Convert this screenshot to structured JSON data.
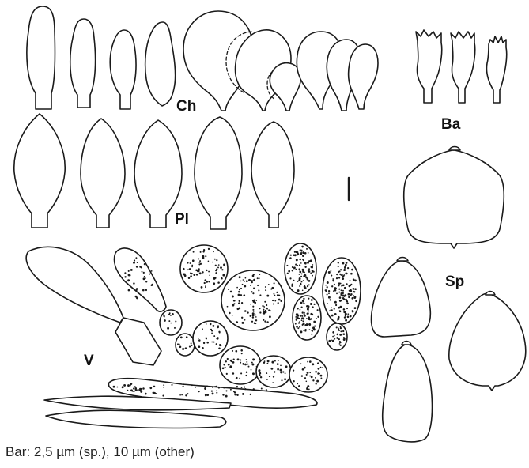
{
  "labels": {
    "cheilocystidia": "Ch",
    "basidia": "Ba",
    "pleurocystidia": "Pl",
    "spores": "Sp",
    "veil": "V"
  },
  "caption": "Bar: 2,5 µm (sp.), 10 µm (other)"
}
